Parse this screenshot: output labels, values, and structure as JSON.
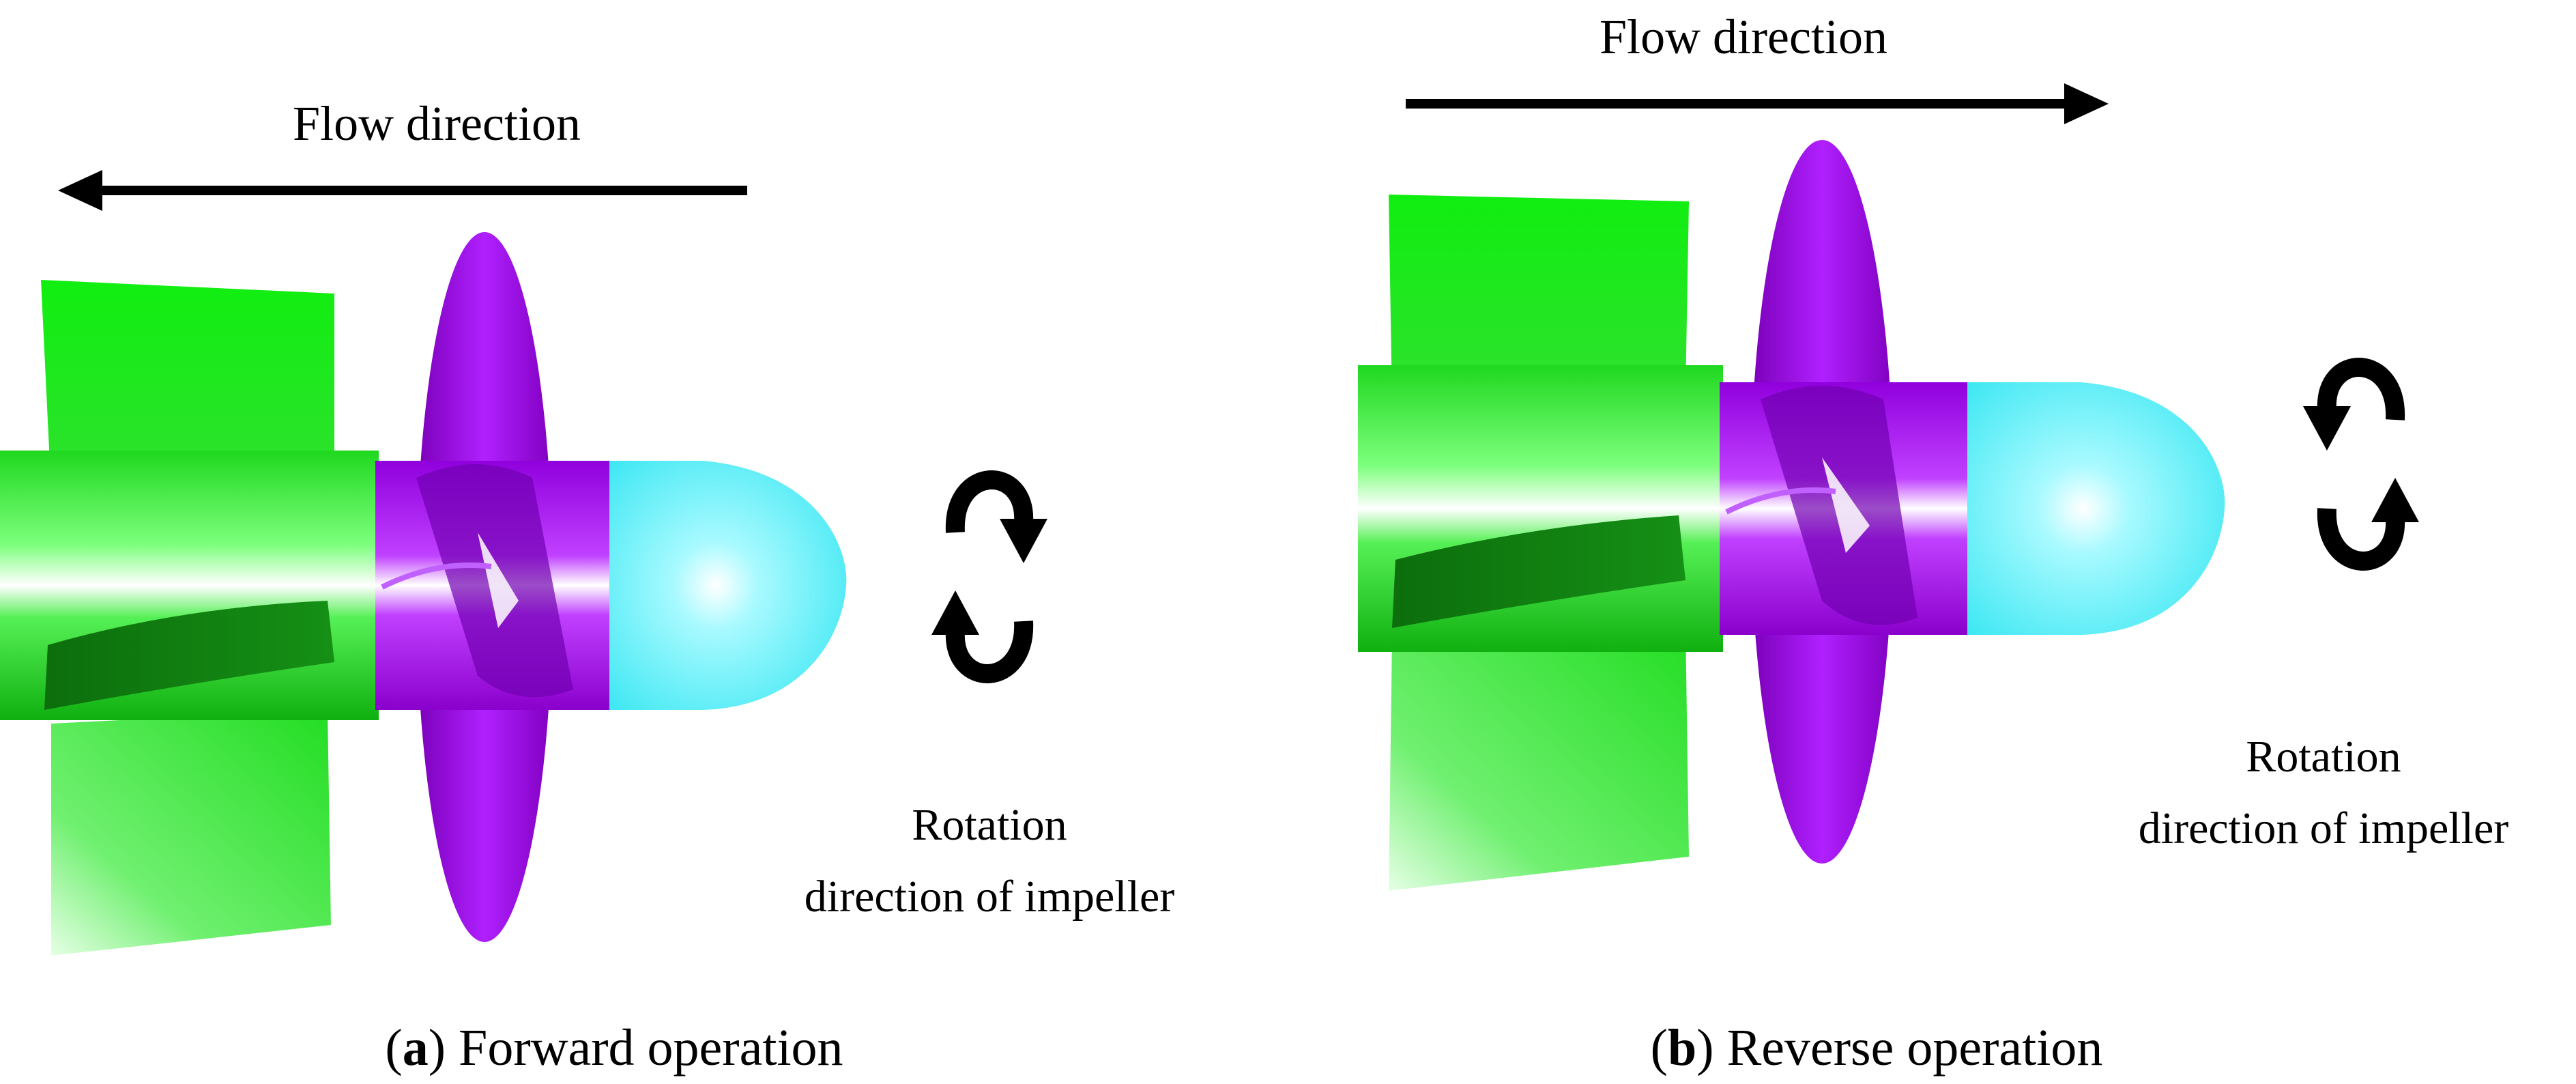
{
  "panels": [
    {
      "id": "a",
      "flow_label": "Flow direction",
      "flow_direction": "left",
      "rotation_label_line1": "Rotation",
      "rotation_label_line2": "direction of impeller",
      "caption_letter": "a",
      "caption_text": "Forward operation"
    },
    {
      "id": "b",
      "flow_label": "Flow direction",
      "flow_direction": "right",
      "rotation_label_line1": "Rotation",
      "rotation_label_line2": "direction of impeller",
      "caption_letter": "b",
      "caption_text": "Reverse operation"
    }
  ],
  "colors": {
    "guide_vane_hub": "#22ee22",
    "guide_vane_blade": "#33ee33",
    "guide_vane_dark": "#0a7a0a",
    "impeller": "#a000ee",
    "impeller_dark": "#6a00a8",
    "nose_cone": "#55f0f8",
    "arrow": "#000000"
  }
}
